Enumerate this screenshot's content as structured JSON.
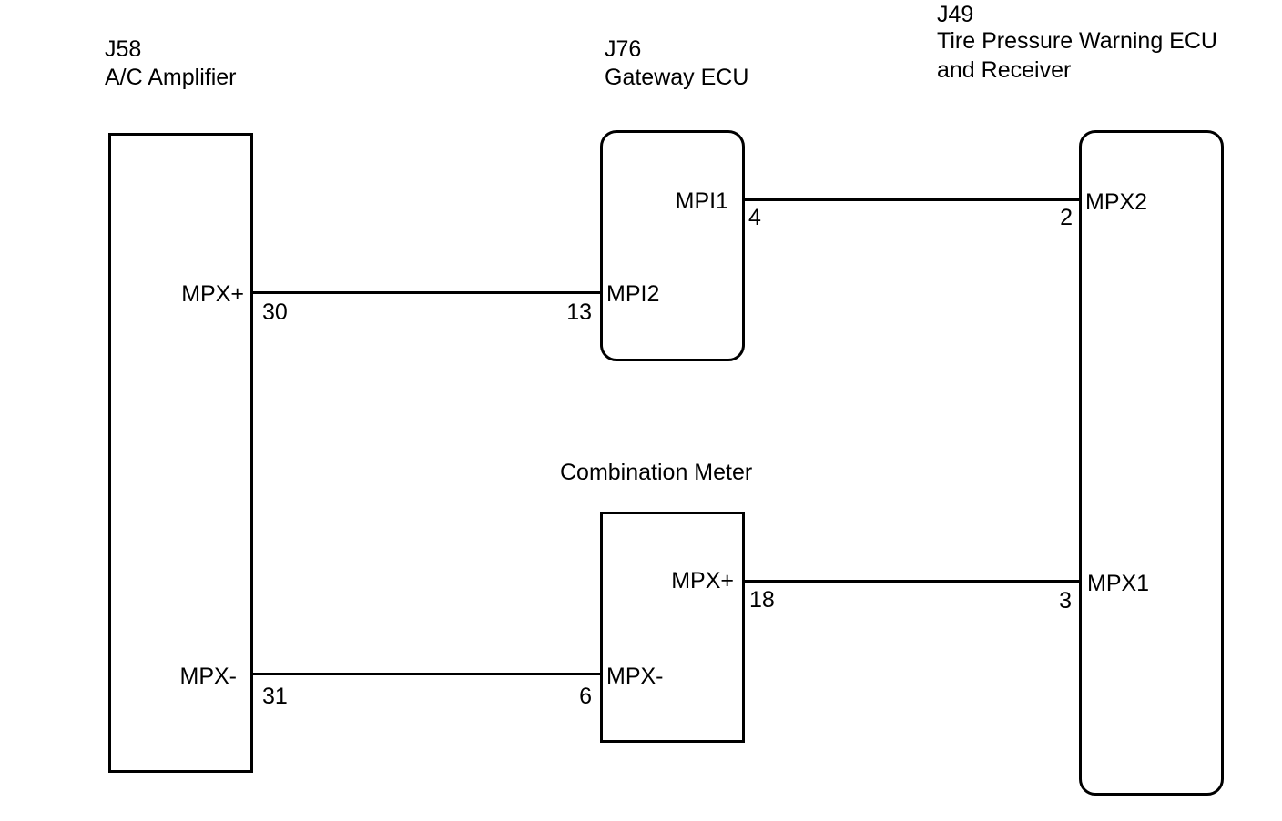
{
  "components": {
    "ac_amplifier": {
      "code": "J58",
      "name": "A/C Amplifier",
      "terminals": {
        "mpx_plus": {
          "name": "MPX+",
          "pin": "30"
        },
        "mpx_minus": {
          "name": "MPX-",
          "pin": "31"
        }
      }
    },
    "gateway_ecu": {
      "code": "J76",
      "name": "Gateway ECU",
      "terminals": {
        "mpi1": {
          "name": "MPI1",
          "pin": "4"
        },
        "mpi2": {
          "name": "MPI2",
          "pin": "13"
        }
      }
    },
    "tpw_ecu": {
      "code": "J49",
      "name_line1": "Tire Pressure Warning ECU",
      "name_line2": "and Receiver",
      "terminals": {
        "mpx2": {
          "name": "MPX2",
          "pin": "2"
        },
        "mpx1": {
          "name": "MPX1",
          "pin": "3"
        }
      }
    },
    "combination_meter": {
      "name": "Combination Meter",
      "terminals": {
        "mpx_plus": {
          "name": "MPX+",
          "pin": "18"
        },
        "mpx_minus": {
          "name": "MPX-",
          "pin": "6"
        }
      }
    }
  },
  "connections": [
    {
      "from": "A/C Amplifier 30 MPX+",
      "to": "Gateway ECU 13 MPI2"
    },
    {
      "from": "Gateway ECU 4 MPI1",
      "to": "Tire Pressure Warning ECU and Receiver 2 MPX2"
    },
    {
      "from": "Combination Meter 18 MPX+",
      "to": "Tire Pressure Warning ECU and Receiver 3 MPX1"
    },
    {
      "from": "A/C Amplifier 31 MPX-",
      "to": "Combination Meter 6 MPX-"
    }
  ]
}
